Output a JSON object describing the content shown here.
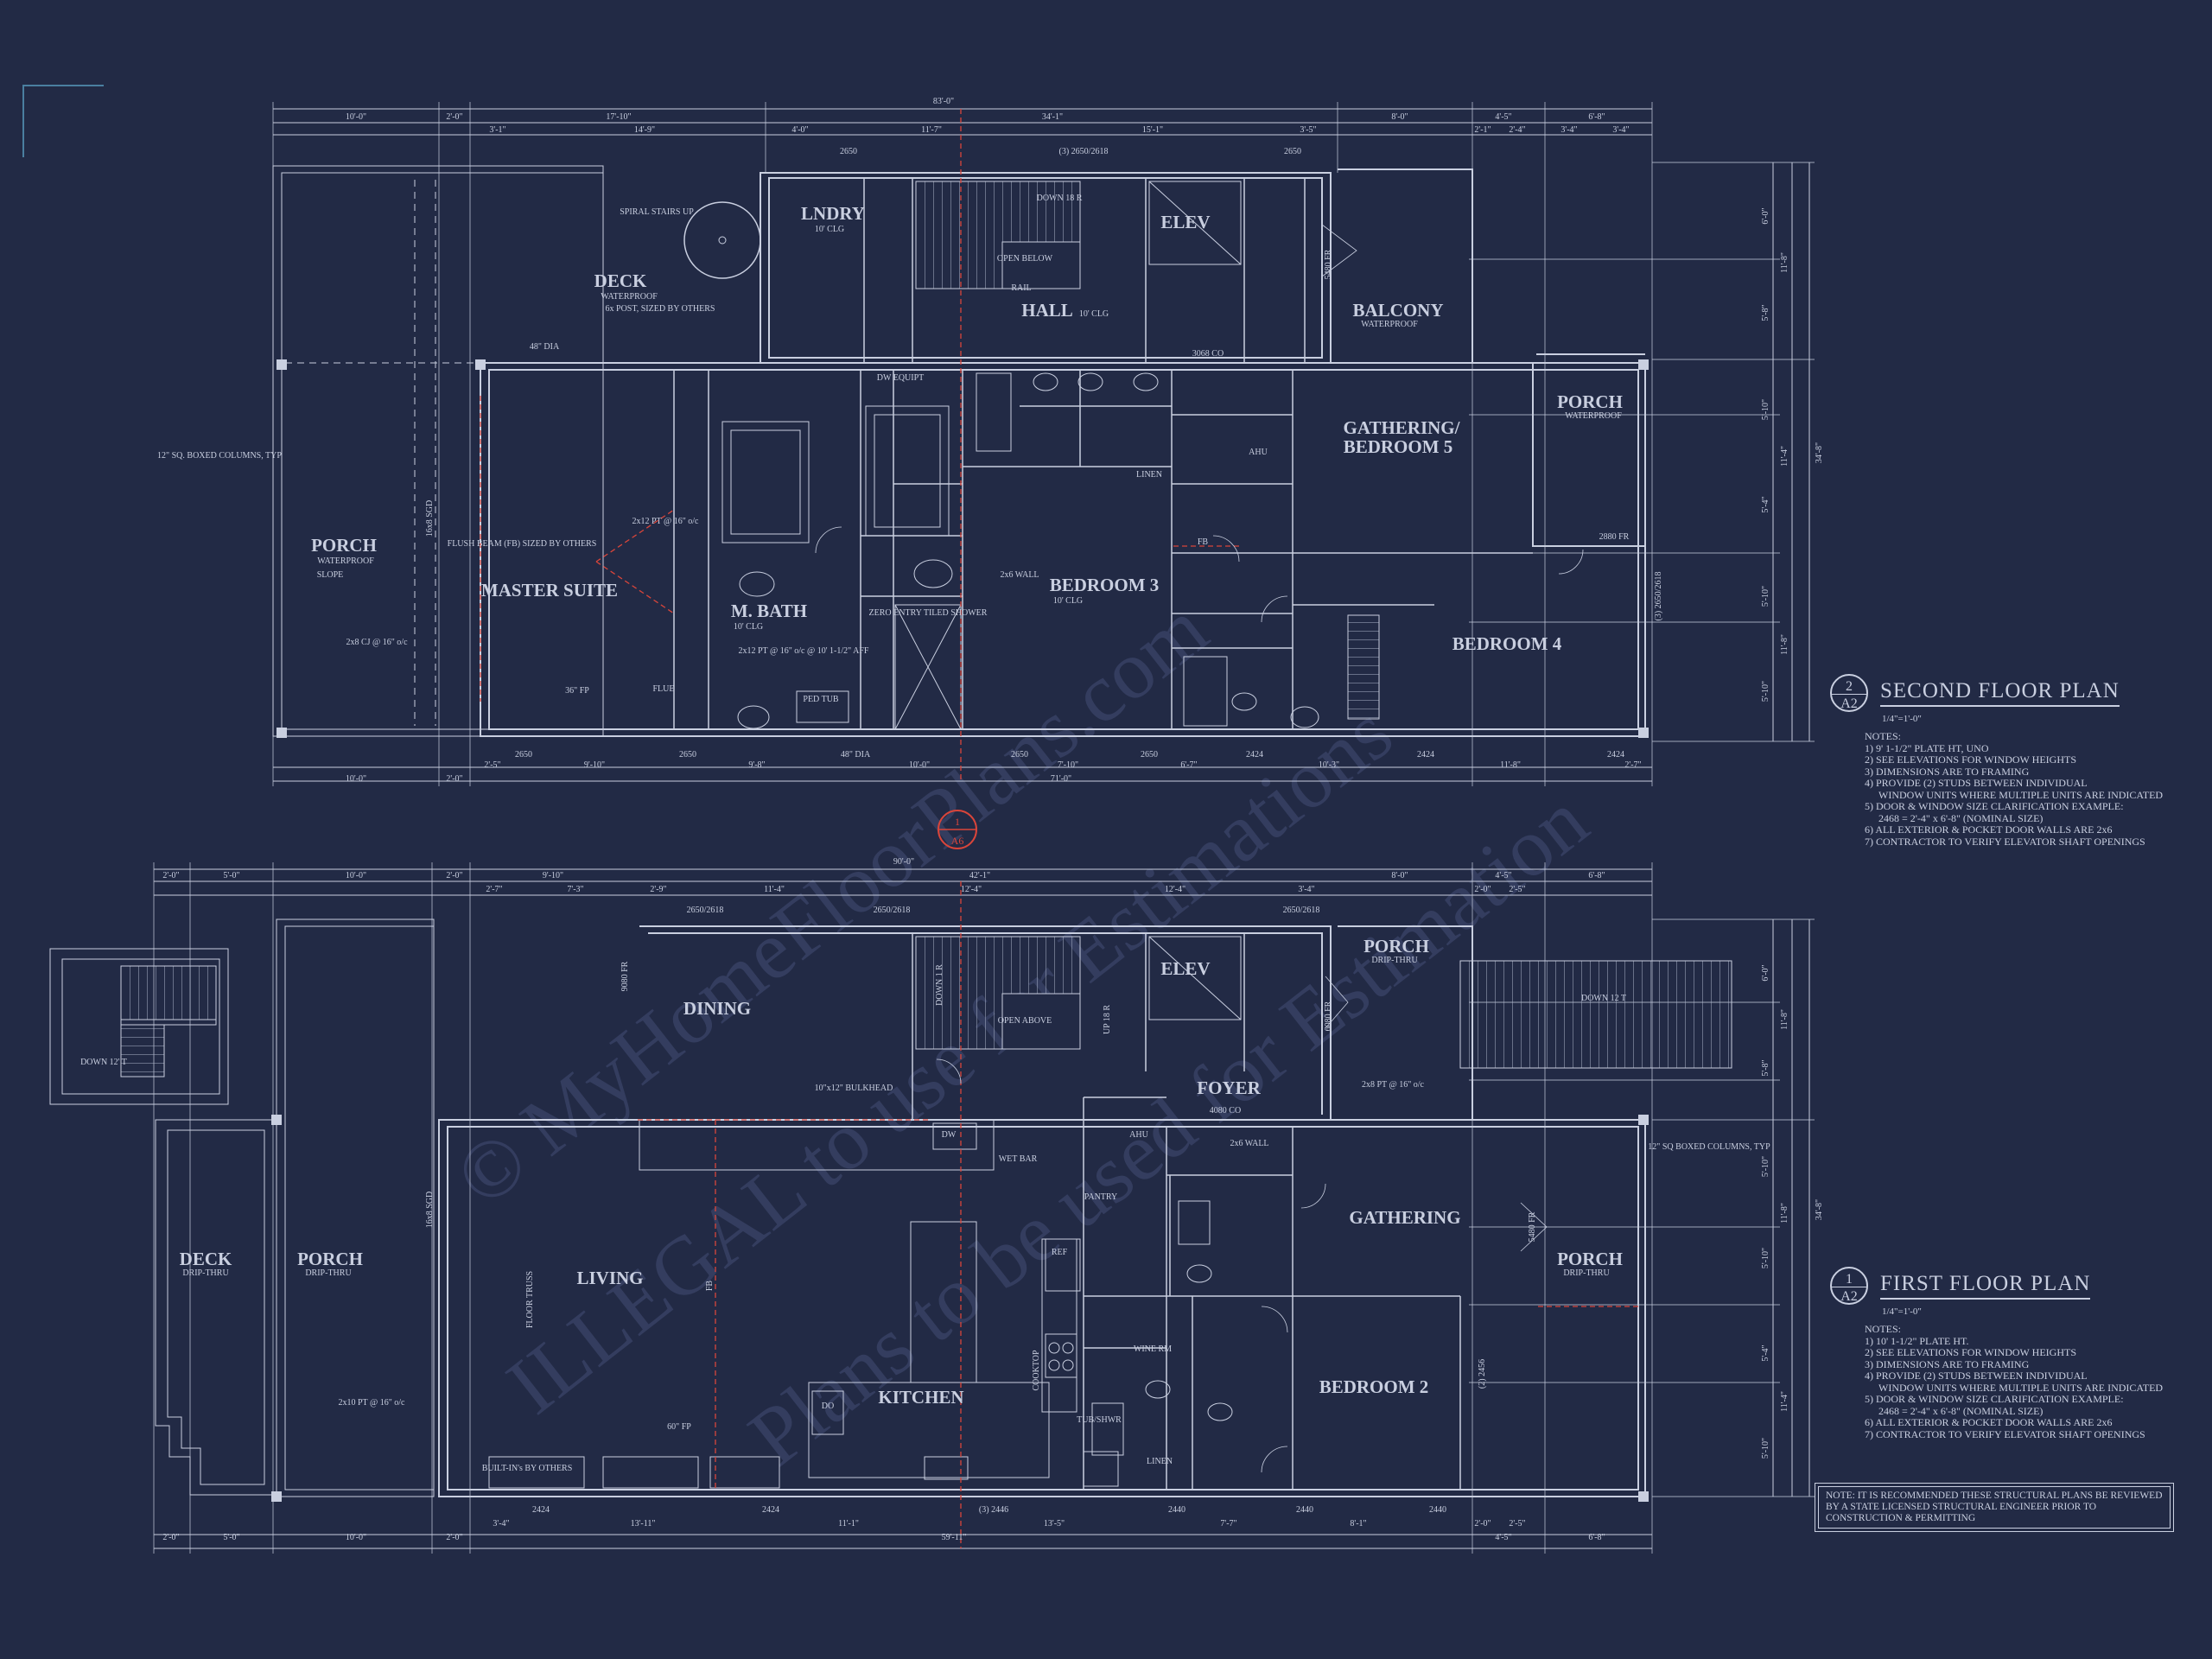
{
  "plans": {
    "second": {
      "number": "2",
      "sheet": "A2",
      "title": "SECOND FLOOR PLAN",
      "scale": "1/4\"=1'-0\"",
      "notes_label": "NOTES:",
      "notes": [
        "1) 9' 1-1/2\" PLATE HT, UNO",
        "2) SEE ELEVATIONS FOR WINDOW HEIGHTS",
        "3) DIMENSIONS ARE TO FRAMING",
        "4) PROVIDE (2) STUDS BETWEEN INDIVIDUAL",
        "WINDOW UNITS WHERE MULTIPLE UNITS ARE INDICATED",
        "5) DOOR & WINDOW SIZE CLARIFICATION EXAMPLE:",
        "2468 = 2'-4\" x 6'-8\" (NOMINAL SIZE)",
        "6) ALL EXTERIOR & POCKET DOOR WALLS ARE 2x6",
        "7) CONTRACTOR TO VERIFY ELEVATOR SHAFT OPENINGS"
      ]
    },
    "first": {
      "number": "1",
      "sheet": "A2",
      "title": "FIRST FLOOR PLAN",
      "scale": "1/4\"=1'-0\"",
      "notes_label": "NOTES:",
      "notes": [
        "1) 10' 1-1/2\" PLATE HT.",
        "2) SEE ELEVATIONS FOR WINDOW HEIGHTS",
        "3) DIMENSIONS ARE TO FRAMING",
        "4) PROVIDE (2) STUDS BETWEEN INDIVIDUAL",
        "WINDOW UNITS WHERE MULTIPLE UNITS ARE INDICATED",
        "5) DOOR & WINDOW SIZE CLARIFICATION EXAMPLE:",
        "2468 = 2'-4\" x 6'-8\" (NOMINAL SIZE)",
        "6) ALL EXTERIOR & POCKET DOOR WALLS ARE 2x6",
        "7) CONTRACTOR TO VERIFY ELEVATOR SHAFT OPENINGS"
      ]
    }
  },
  "section_marker": {
    "number": "1",
    "sheet": "A6"
  },
  "disclaimer": "NOTE: IT IS RECOMMENDED THESE STRUCTURAL PLANS BE REVIEWED BY A STATE LICENSED STRUCTURAL ENGINEER PRIOR TO CONSTRUCTION & PERMITTING",
  "watermark": [
    "© MyHomeFloorPlans.com",
    "ILLEGAL to use for Estimations",
    "Plans to be used for Estimation"
  ],
  "second_floor": {
    "overall_top": "83'-0\"",
    "overall_bottom": "71'-0\"",
    "overall_side": "34'-8\"",
    "top_dims": [
      "10'-0\"",
      "2'-0\"",
      "17'-10\"",
      "34'-1\"",
      "8'-0\"",
      "4'-5\"",
      "6'-8\""
    ],
    "top_dims2": [
      "3'-1\"",
      "14'-9\"",
      "4'-0\"",
      "11'-7\"",
      "15'-1\"",
      "3'-5\"",
      "2'-1\"",
      "2'-4\"",
      "3'-4\"",
      "3'-4\""
    ],
    "window_tags_top": [
      "2650",
      "(3) 2650/2618",
      "2650"
    ],
    "bottom_dims": [
      "2'-5\"",
      "9'-10\"",
      "9'-8\"",
      "10'-0\"",
      "7'-10\"",
      "6'-7\"",
      "10'-3\"",
      "11'-8\"",
      "2'-7\""
    ],
    "bottom_dims2": [
      "10'-0\"",
      "2'-0\""
    ],
    "window_tags_bottom": [
      "2650",
      "2650",
      "48\" DIA",
      "2650",
      "2650",
      "2424",
      "2424",
      "2424"
    ],
    "right_dims": [
      "6'-0\"",
      "5'-8\"",
      "5'-10\"",
      "5'-4\"",
      "5'-10\"",
      "5'-10\"",
      "11'-8\"",
      "11'-4\"",
      "11'-8\""
    ],
    "rooms": [
      {
        "name": "LNDRY",
        "sub": "10' CLG"
      },
      {
        "name": "ELEV",
        "sub": ""
      },
      {
        "name": "DECK",
        "sub": "WATERPROOF"
      },
      {
        "name": "HALL",
        "sub": "10' CLG"
      },
      {
        "name": "BALCONY",
        "sub": "WATERPROOF"
      },
      {
        "name": "PORCH",
        "sub": "WATERPROOF"
      },
      {
        "name": "GATHERING/",
        "sub": ""
      },
      {
        "name": "BEDROOM 5",
        "sub": ""
      },
      {
        "name": "PORCH",
        "sub": "WATERPROOF"
      },
      {
        "name": "MASTER SUITE",
        "sub": ""
      },
      {
        "name": "M. BATH",
        "sub": "10' CLG"
      },
      {
        "name": "BEDROOM 3",
        "sub": "10' CLG"
      },
      {
        "name": "BEDROOM 4",
        "sub": ""
      }
    ],
    "annotations": [
      "SPIRAL STAIRS UP",
      "6x POST, SIZED BY OTHERS",
      "12\" SQ. BOXED COLUMNS, TYP",
      "FLUSH BEAM (FB) SIZED BY OTHERS",
      "2x12 PT @ 16\" o/c",
      "2x8 CJ @ 16\" o/c",
      "2x12 PT @ 16\" o/c @ 10' 1-1/2\" AFF",
      "ZERO ENTRY TILED SHOWER",
      "PED TUB",
      "DW EQUIPT",
      "OPEN BELOW",
      "DOWN 18 R",
      "RAIL",
      "LINEN",
      "AHU",
      "2x6 WALL",
      "FLUE",
      "36\" FP",
      "SLOPE",
      "48\" DIA",
      "3068 CO",
      "5480 FR",
      "2880 FR",
      "16x8 SGD",
      "(3) 2650/2618",
      "FB"
    ]
  },
  "first_floor": {
    "overall_top": "90'-0\"",
    "overall_bottom": "59'-11\"",
    "overall_side": "34'-8\"",
    "top_dims": [
      "2'-0\"",
      "5'-0\"",
      "10'-0\"",
      "2'-0\"",
      "9'-10\"",
      "42'-1\"",
      "8'-0\"",
      "4'-5\"",
      "6'-8\""
    ],
    "top_dims2": [
      "2'-7\"",
      "7'-3\"",
      "2'-9\"",
      "11'-4\"",
      "12'-4\"",
      "12'-4\"",
      "3'-4\"",
      "2'-0\"",
      "2'-5\""
    ],
    "window_tags_top": [
      "2650/2618",
      "2650/2618",
      "2650/2618"
    ],
    "bottom_dims": [
      "2'-0\"",
      "5'-0\"",
      "10'-0\"",
      "2'-0\"",
      "3'-4\"",
      "13'-11\"",
      "11'-1\"",
      "13'-5\"",
      "7'-7\"",
      "8'-1\"",
      "2'-0\"",
      "2'-5\"",
      "4'-5\"",
      "6'-8\""
    ],
    "window_tags_bottom": [
      "2424",
      "2424",
      "(3) 2446",
      "2440",
      "2440",
      "2440"
    ],
    "right_dims": [
      "6'-0\"",
      "5'-8\"",
      "5'-10\"",
      "5'-10\"",
      "5'-4\"",
      "5'-10\"",
      "11'-8\"",
      "11'-8\"",
      "11'-4\""
    ],
    "rooms": [
      {
        "name": "DINING",
        "sub": ""
      },
      {
        "name": "ELEV",
        "sub": ""
      },
      {
        "name": "PORCH",
        "sub": "DRIP-THRU"
      },
      {
        "name": "FOYER",
        "sub": ""
      },
      {
        "name": "DECK",
        "sub": "DRIP-THRU"
      },
      {
        "name": "PORCH",
        "sub": "DRIP-THRU"
      },
      {
        "name": "LIVING",
        "sub": ""
      },
      {
        "name": "KITCHEN",
        "sub": ""
      },
      {
        "name": "GATHERING",
        "sub": ""
      },
      {
        "name": "PORCH",
        "sub": "DRIP-THRU"
      },
      {
        "name": "BEDROOM 2",
        "sub": ""
      }
    ],
    "annotations": [
      "OPEN ABOVE",
      "DOWN 1 R",
      "UP 18 R",
      "DOWN 12 T",
      "DOWN 12' T",
      "10\"x12\" BULKHEAD",
      "WET BAR",
      "PANTRY",
      "REF",
      "COOKTOP",
      "WINE RM",
      "TUB/SHWR",
      "LINEN",
      "AHU",
      "DW",
      "DO",
      "BUILT-IN's BY OTHERS",
      "60\" FP",
      "FLOOR TRUSS",
      "2x10 PT @ 16\" o/c",
      "2x8 PT @ 16\" o/c",
      "12\" SQ BOXED COLUMNS, TYP",
      "4080 CO",
      "6080 FR",
      "5480 FR",
      "9080 FR",
      "16x8 SGD",
      "(2) 2456",
      "2x6 WALL",
      "FB"
    ]
  }
}
